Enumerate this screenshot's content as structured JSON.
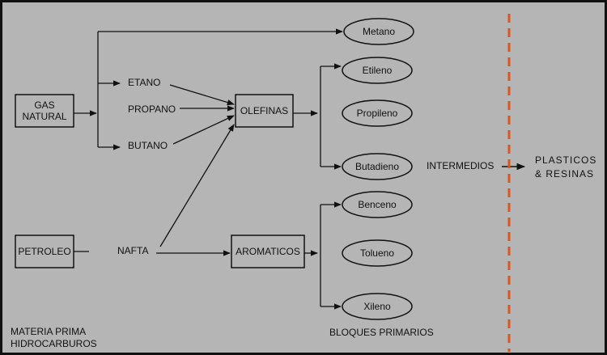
{
  "sources": {
    "gas_natural": "GAS NATURAL",
    "petroleo": "PETROLEO"
  },
  "gases": {
    "etano": "ETANO",
    "propano": "PROPANO",
    "butano": "BUTANO"
  },
  "nafta": "NAFTA",
  "processes": {
    "olefinas": "OLEFINAS",
    "aromaticos": "AROMATICOS"
  },
  "products": {
    "metano": "Metano",
    "etileno": "Etileno",
    "propileno": "Propileno",
    "butadieno": "Butadieno",
    "benceno": "Benceno",
    "tolueno": "Tolueno",
    "xileno": "Xileno"
  },
  "intermedios": "INTERMEDIOS",
  "plasticos": [
    "PLASTICOS",
    "& RESINAS"
  ],
  "footer": {
    "materia_prima": [
      "MATERIA PRIMA",
      "HIDROCARBUROS"
    ],
    "bloques_primarios": "BLOQUES PRIMARIOS"
  },
  "colors": {
    "background": "#b5b5b5",
    "divider": "#e0541c"
  }
}
